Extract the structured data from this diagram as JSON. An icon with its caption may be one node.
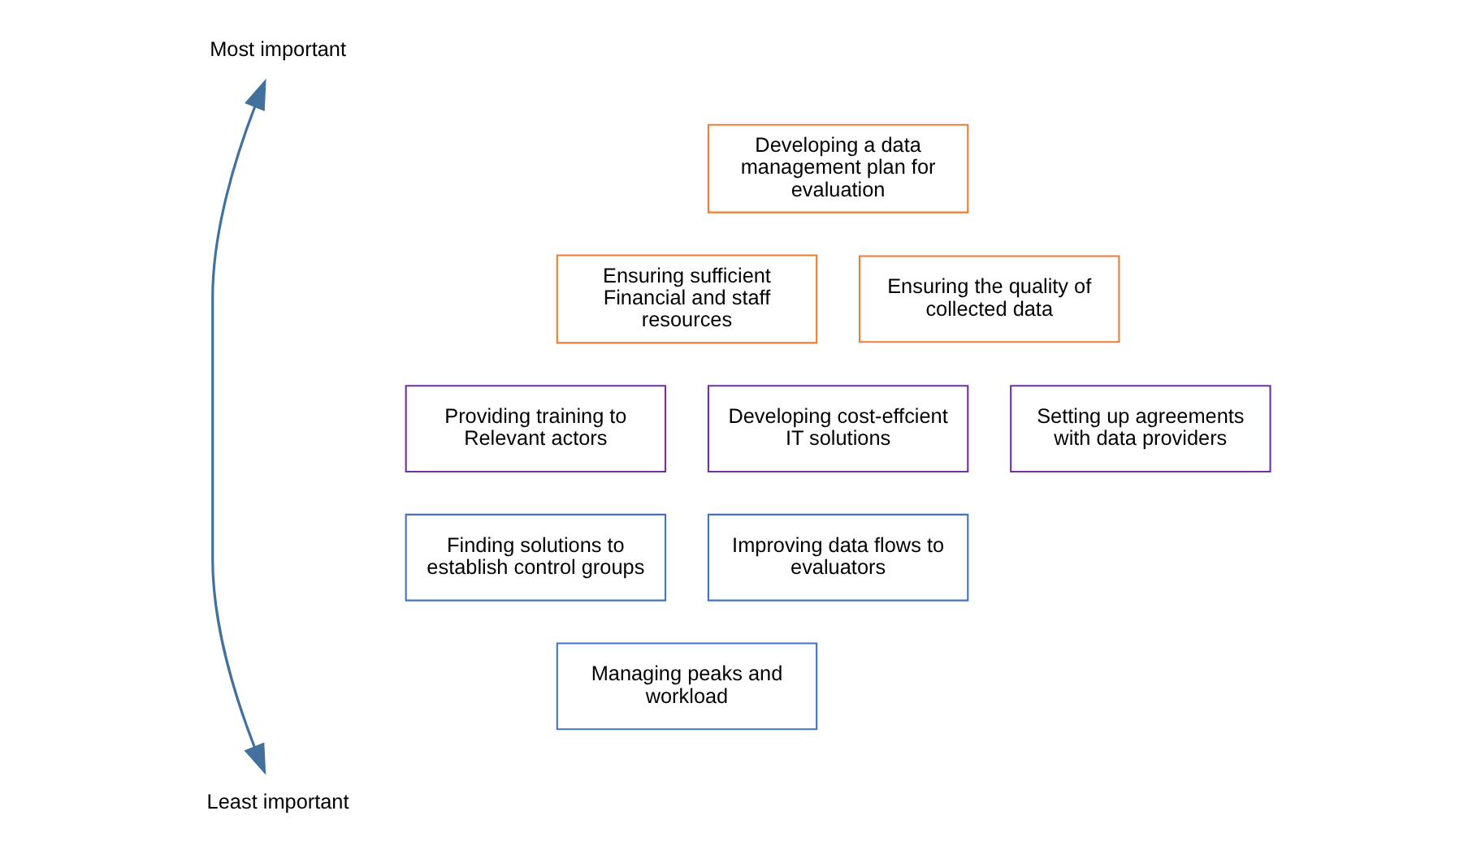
{
  "diagram": {
    "nodes": [
      {
        "text": [
          "Most important"
        ]
      },
      {
        "text": [
          "Developing a data management plan for evaluation"
        ]
      },
      {
        "text": [
          "Ensuring sufficient Financial and staff resources"
        ]
      },
      {
        "text": [
          "Ensuring the quality of collected data"
        ]
      },
      {
        "text": [
          "Providing training to Relevant actors"
        ]
      },
      {
        "text": [
          "Developing cost-effcient IT solutions"
        ]
      },
      {
        "text": [
          "Setting up agreements with data providers"
        ]
      },
      {
        "text": [
          "Finding solutions to establish control groups"
        ]
      },
      {
        "text": [
          "Improving data flows to evaluators"
        ]
      },
      {
        "text": [
          "Managing peaks and workload"
        ]
      },
      {
        "text": [
          "Least important"
        ]
      }
    ],
    "edges": [
      {
        "from": 0,
        "to": 10,
        "arrow": "both",
        "color": "#41719c"
      }
    ]
  }
}
